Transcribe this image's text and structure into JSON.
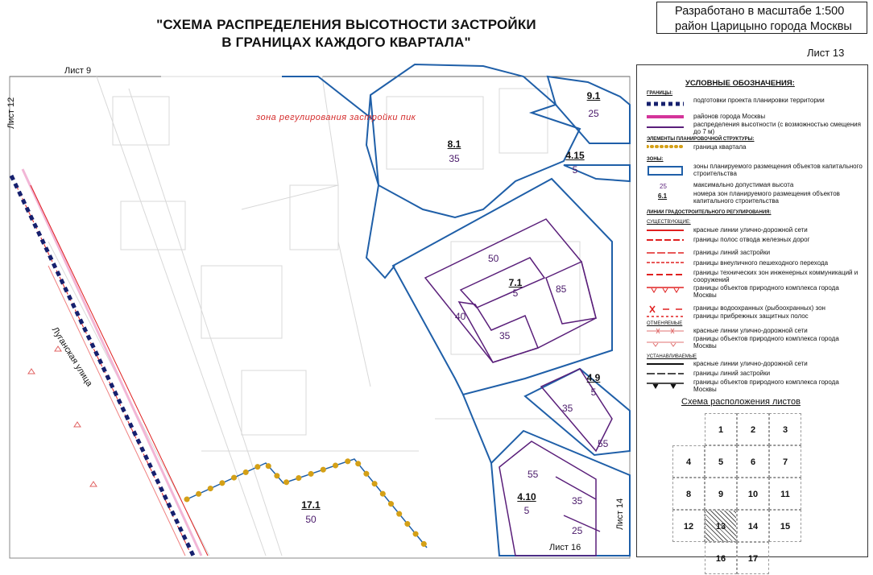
{
  "title_line1": "\"СХЕМА РАСПРЕДЕЛЕНИЯ ВЫСОТНОСТИ ЗАСТРОЙКИ",
  "title_line2": "В ГРАНИЦАХ КАЖДОГО КВАРТАЛА\"",
  "scale_line1": "Разработано в масштабе 1:500",
  "scale_line2": "район Царицыно города Москвы",
  "sheet_current": "Лист 13",
  "map": {
    "sheet_top": "Лист 9",
    "sheet_left": "Лист 12",
    "sheet_right": "Лист 14",
    "sheet_bottom": "Лист 16",
    "zone_note": "зона регулирования застройки пик",
    "street": "Луганская улица",
    "zones": [
      {
        "id": "9.1",
        "height": "25"
      },
      {
        "id": "8.1",
        "height": "35"
      },
      {
        "id": "4.15",
        "height": "5"
      },
      {
        "id": "7.1",
        "height": "5"
      },
      {
        "id": "4.9",
        "height": "5"
      },
      {
        "id": "4.10",
        "height": "5"
      },
      {
        "id": "17.1",
        "height": "50"
      }
    ],
    "heights_71": [
      "50",
      "85",
      "40",
      "35"
    ],
    "heights_49": [
      "35",
      "55"
    ],
    "heights_410": [
      "55",
      "35",
      "25"
    ]
  },
  "legend": {
    "title": "УСЛОВНЫЕ ОБОЗНАЧЕНИЯ:",
    "sec_borders": "ГРАНИЦЫ:",
    "b1": "подготовки проекта планировки территории",
    "b2": "районов города Москвы",
    "b3": "распределения высотности (с возможностью смещения до 7 м)",
    "sec_elements": "ЭЛЕМЕНТЫ ПЛАНИРОВОЧНОЙ СТРУКТУРЫ:",
    "e1": "граница квартала",
    "sec_zones": "ЗОНЫ:",
    "z1": "зоны планируемого размещения объектов капитального строительства",
    "z2_sym": "25",
    "z2": "максимально допустимая высота",
    "z3_sym": "6.1",
    "z3": "номера зон планируемого размещения объектов капитального строительства",
    "sec_lines": "ЛИНИИ ГРАДОСТРОИТЕЛЬНОГО РЕГУЛИРОВАНИЯ:",
    "sec_existing": "СУЩЕСТВУЮЩИЕ:",
    "l1": "красные линии улично-дорожной сети",
    "l2": "границы полос отвода железных дорог",
    "l3": "границы линий застройки",
    "l4": "границы внеуличного пешеходного перехода",
    "l5": "границы технических зон инженерных коммуникаций и сооружений",
    "l6": "границы объектов природного комплекса города Москвы",
    "l7": "границы водоохранных (рыбоохранных) зон",
    "l8": "границы прибрежных защитных полос",
    "sec_cancel": "ОТМЕНЯЕМЫЕ",
    "c1": "красные линии улично-дорожной сети",
    "c2": "границы объектов природного комплекса города Москвы",
    "sec_set": "УСТАНАВЛИВАЕМЫЕ",
    "s1": "красные линии улично-дорожной сети",
    "s2": "границы линий застройки",
    "s3": "границы объектов природного комплекса города Москвы",
    "grid_title": "Схема расположения листов",
    "grid": [
      "1",
      "2",
      "3",
      "4",
      "5",
      "6",
      "7",
      "8",
      "9",
      "10",
      "11",
      "12",
      "13",
      "14",
      "15",
      "16",
      "17"
    ]
  },
  "colors": {
    "zone_blue": "#1f5fa8",
    "height_purple": "#5a1f7a",
    "district_pink": "#d4349a",
    "red_line": "#e02020",
    "block_gold": "#d4a017",
    "project_navy": "#16206e"
  }
}
